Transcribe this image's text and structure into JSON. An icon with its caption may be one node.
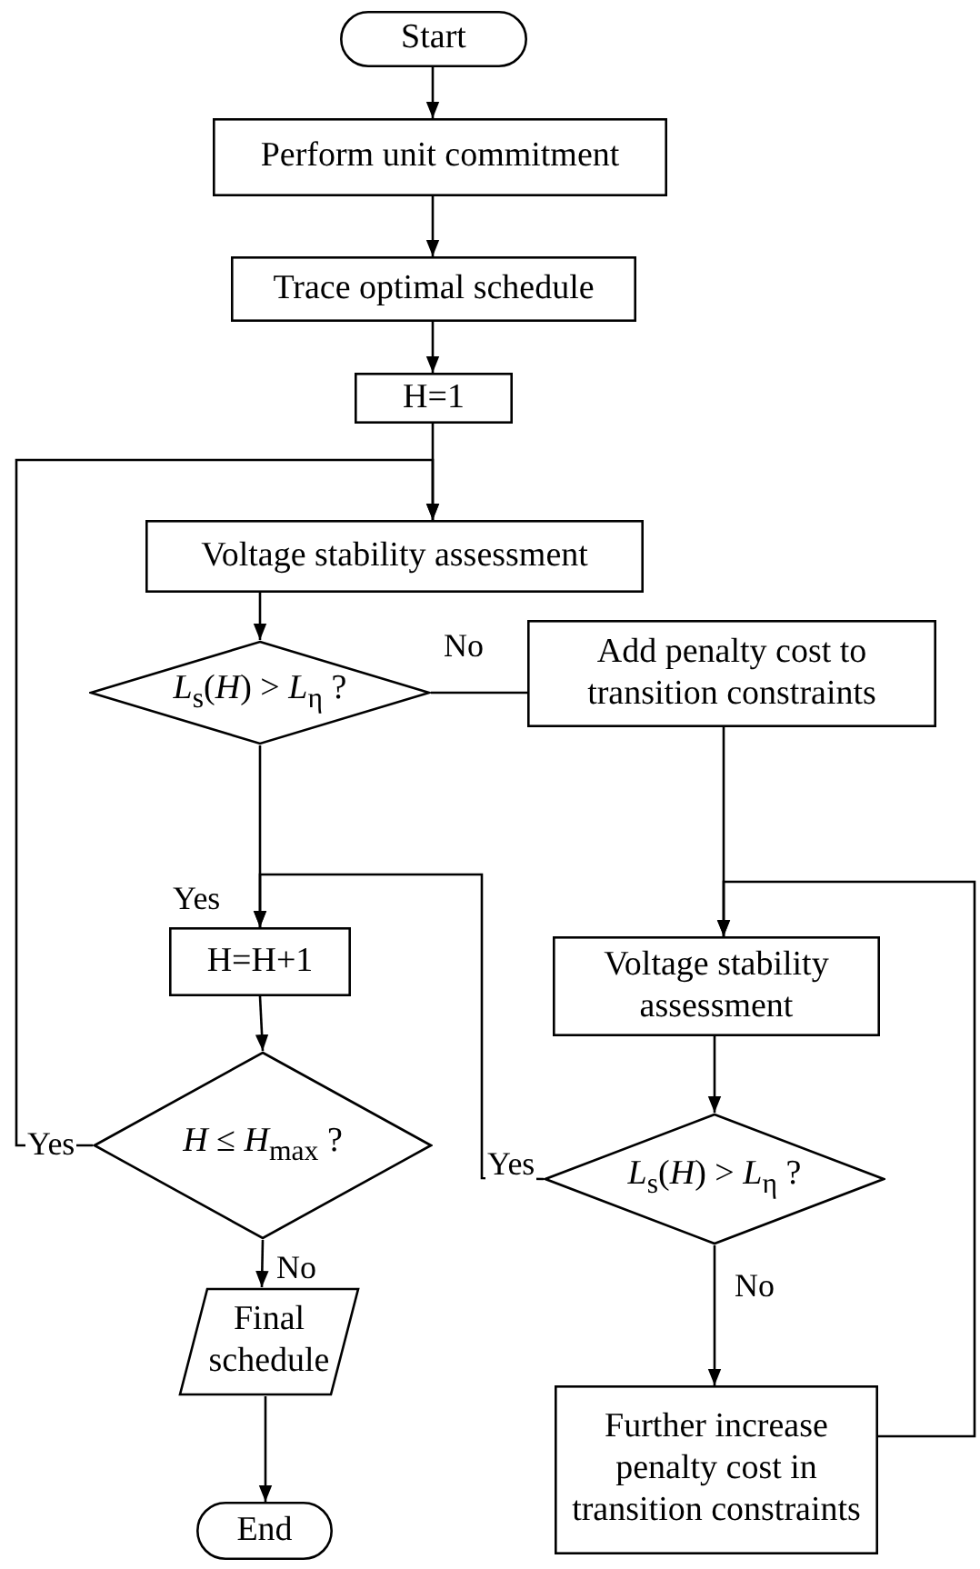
{
  "diagram": {
    "nodes": [
      {
        "text": [
          "Start"
        ]
      },
      {
        "text": [
          "Perform unit commitment"
        ]
      },
      {
        "text": [
          "Trace optimal schedule"
        ]
      },
      {
        "text": [
          "H=1"
        ]
      },
      {
        "text": [
          "Voltage stability assessment"
        ]
      },
      {
        "text": [
          "*L*$_{s}$(*H*) > *L*$_{η}$ ?"
        ]
      },
      {
        "text": [
          "Add penalty cost to transition constraints"
        ]
      },
      {
        "text": [
          "H=H+1"
        ]
      },
      {
        "text": [
          "*H* ≤ *H*$_{max}$ ?"
        ]
      },
      {
        "text": [
          "Final schedule"
        ]
      },
      {
        "text": [
          "End"
        ]
      },
      {
        "text": [
          "Voltage stability assessment"
        ]
      },
      {
        "text": [
          "*L*$_{s}$(*H*) > *L*$_{η}$ ?"
        ]
      },
      {
        "text": [
          "Further increase penalty cost in transition constraints"
        ]
      }
    ],
    "edges": [
      {
        "from": 0,
        "to": 1,
        "arrow": "to"
      },
      {
        "from": 1,
        "to": 2,
        "arrow": "to"
      },
      {
        "from": 2,
        "to": 3,
        "arrow": "to"
      },
      {
        "from": 3,
        "to": 4,
        "arrow": "to"
      },
      {
        "from": 4,
        "to": 5,
        "arrow": "to"
      },
      {
        "from": 5,
        "to": 6,
        "arrow": "none",
        "label": "No"
      },
      {
        "from": 5,
        "to": 7,
        "arrow": "to",
        "label": "Yes"
      },
      {
        "from": 6,
        "to": 11,
        "arrow": "to"
      },
      {
        "from": 7,
        "to": 8,
        "arrow": "to"
      },
      {
        "from": 8,
        "to": 4,
        "arrow": "to",
        "label": "Yes"
      },
      {
        "from": 8,
        "to": 9,
        "arrow": "to",
        "label": "No"
      },
      {
        "from": 9,
        "to": 10,
        "arrow": "to"
      },
      {
        "from": 11,
        "to": 12,
        "arrow": "to"
      },
      {
        "from": 12,
        "to": 7,
        "arrow": "to",
        "label": "Yes"
      },
      {
        "from": 12,
        "to": 13,
        "arrow": "to",
        "label": "No"
      },
      {
        "from": 13,
        "to": 11,
        "arrow": "to"
      }
    ]
  }
}
